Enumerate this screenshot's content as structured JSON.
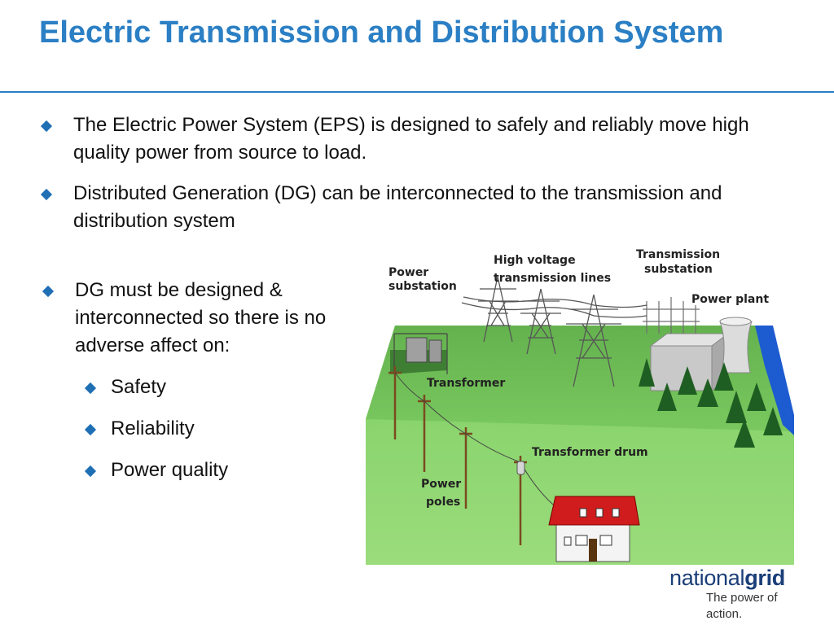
{
  "slide": {
    "title": "Electric Transmission and Distribution System",
    "bullets": [
      "The Electric Power System (EPS) is designed to safely and reliably move high quality power from source to load.",
      "Distributed Generation (DG) can be interconnected to the transmission and distribution system",
      "DG must be designed & interconnected so there is no adverse affect on:"
    ],
    "sub_bullets": [
      "Safety",
      "Reliability",
      "Power quality"
    ]
  },
  "diagram": {
    "labels": {
      "power_substation_1": "Power",
      "power_substation_2": "substation",
      "hv_lines_1": "High voltage",
      "hv_lines_2": "transmission lines",
      "trans_sub_1": "Transmission",
      "trans_sub_2": "substation",
      "power_plant": "Power plant",
      "transformer": "Transformer",
      "transformer_drum": "Transformer drum",
      "power_poles_1": "Power",
      "power_poles_2": "poles"
    }
  },
  "logo": {
    "word_light": "national",
    "word_bold": "grid",
    "tagline": "The power of action."
  },
  "colors": {
    "title": "#2b7fc4",
    "bullet": "#1f6fb5",
    "logo": "#1a3e78"
  }
}
